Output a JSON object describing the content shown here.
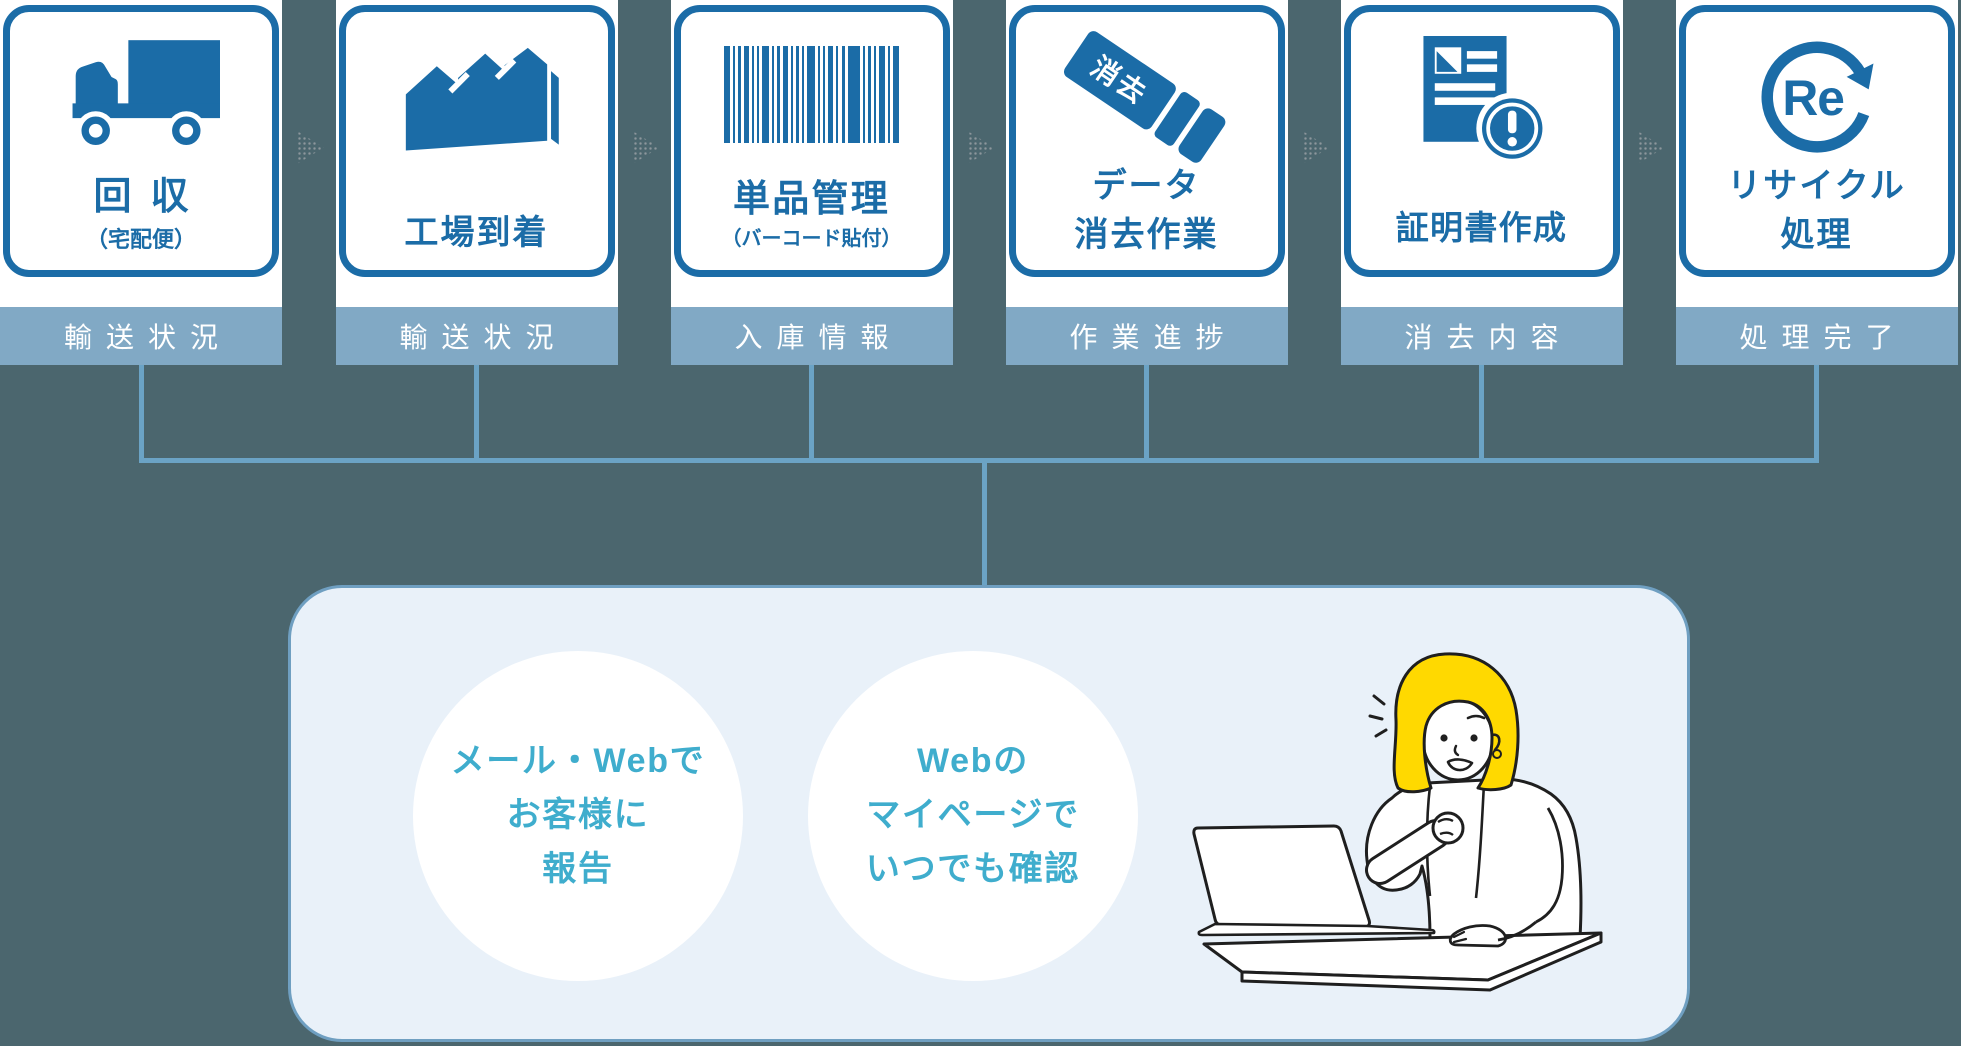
{
  "steps": [
    {
      "title": "回収",
      "subtitle": "（宅配便）",
      "status": "輸送状況",
      "icon": "truck-icon"
    },
    {
      "title": "工場到着",
      "status": "輸送状況",
      "icon": "factory-icon"
    },
    {
      "title": "単品管理",
      "subtitle": "（バーコード貼付）",
      "status": "入庫情報",
      "icon": "barcode-icon"
    },
    {
      "title": "データ\n消去作業",
      "status": "作業進捗",
      "icon": "eraser-icon",
      "icon_label": "消去"
    },
    {
      "title": "証明書作成",
      "status": "消去内容",
      "icon": "certificate-icon"
    },
    {
      "title": "リサイクル\n処理",
      "status": "処理完了",
      "icon": "recycle-icon",
      "icon_label": "Re"
    }
  ],
  "panel": {
    "bubbles": [
      "メール・Webで\nお客様に\n報告",
      "Webの\nマイページで\nいつでも確認"
    ],
    "illustration": "woman-at-laptop"
  },
  "colors": {
    "background": "#4b666e",
    "icon_blue": "#1b6ca7",
    "status_band": "#81a9c5",
    "connector": "#6ba3c5",
    "panel_fill": "#e9f1f9",
    "panel_border": "#6f9fc1",
    "bubble_text": "#3fadcd",
    "hair_yellow": "#ffd900",
    "arrow_gray": "#8d979c"
  }
}
